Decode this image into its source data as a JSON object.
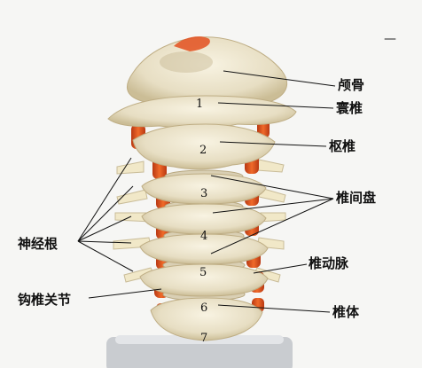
{
  "labels": {
    "occipital": "颅骨",
    "atlas": "寰椎",
    "axis": "枢椎",
    "intervertebral_disc": "椎间盘",
    "vertebral_artery": "椎动脉",
    "vertebral_body": "椎体",
    "nerve_root": "神经根",
    "uncovertebral_joint": "钩椎关节"
  },
  "vertebra_numbers": [
    "1",
    "2",
    "3",
    "4",
    "5",
    "6",
    "7"
  ],
  "corner_mark": "—",
  "colors": {
    "bone": "#ece5cf",
    "bone_shadow": "#c9bc98",
    "artery": "#e0521d",
    "disc": "#d9cfb4",
    "nerve": "#f1e8c8",
    "background": "#f6f6f4",
    "line": "#111111"
  }
}
